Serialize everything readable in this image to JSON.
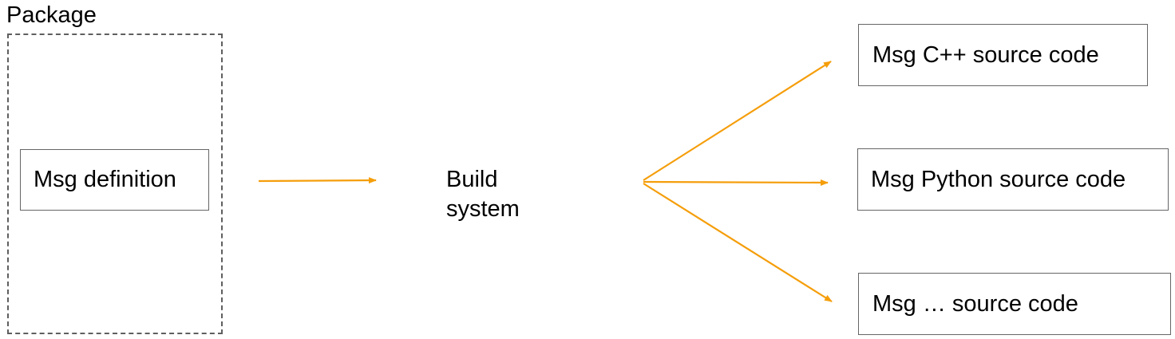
{
  "package": {
    "title": "Package",
    "definition_label": "Msg definition"
  },
  "build_system": {
    "line1": "Build",
    "line2": "system"
  },
  "outputs": [
    {
      "label": "Msg C++ source code"
    },
    {
      "label": "Msg Python source code"
    },
    {
      "label": "Msg … source code"
    }
  ],
  "colors": {
    "arrow": "#f59e0b",
    "box_border": "#666666",
    "package_border": "#5f5f5f"
  }
}
